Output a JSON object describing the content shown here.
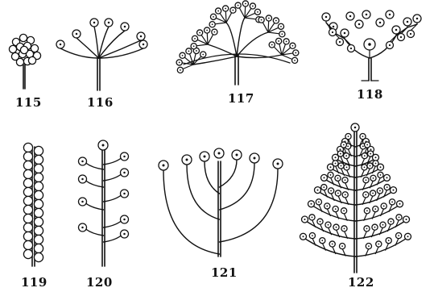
{
  "figures": [
    {
      "id": "fig-115",
      "label": "115",
      "kind": "head"
    },
    {
      "id": "fig-116",
      "label": "116",
      "kind": "umbel"
    },
    {
      "id": "fig-117",
      "label": "117",
      "kind": "compound-umbel"
    },
    {
      "id": "fig-118",
      "label": "118",
      "kind": "cyme"
    },
    {
      "id": "fig-119",
      "label": "119",
      "kind": "spike"
    },
    {
      "id": "fig-120",
      "label": "120",
      "kind": "raceme"
    },
    {
      "id": "fig-121",
      "label": "121",
      "kind": "corymb"
    },
    {
      "id": "fig-122",
      "label": "122",
      "kind": "panicle"
    }
  ],
  "colors": {
    "ink": "#111111",
    "paper": "#ffffff"
  }
}
